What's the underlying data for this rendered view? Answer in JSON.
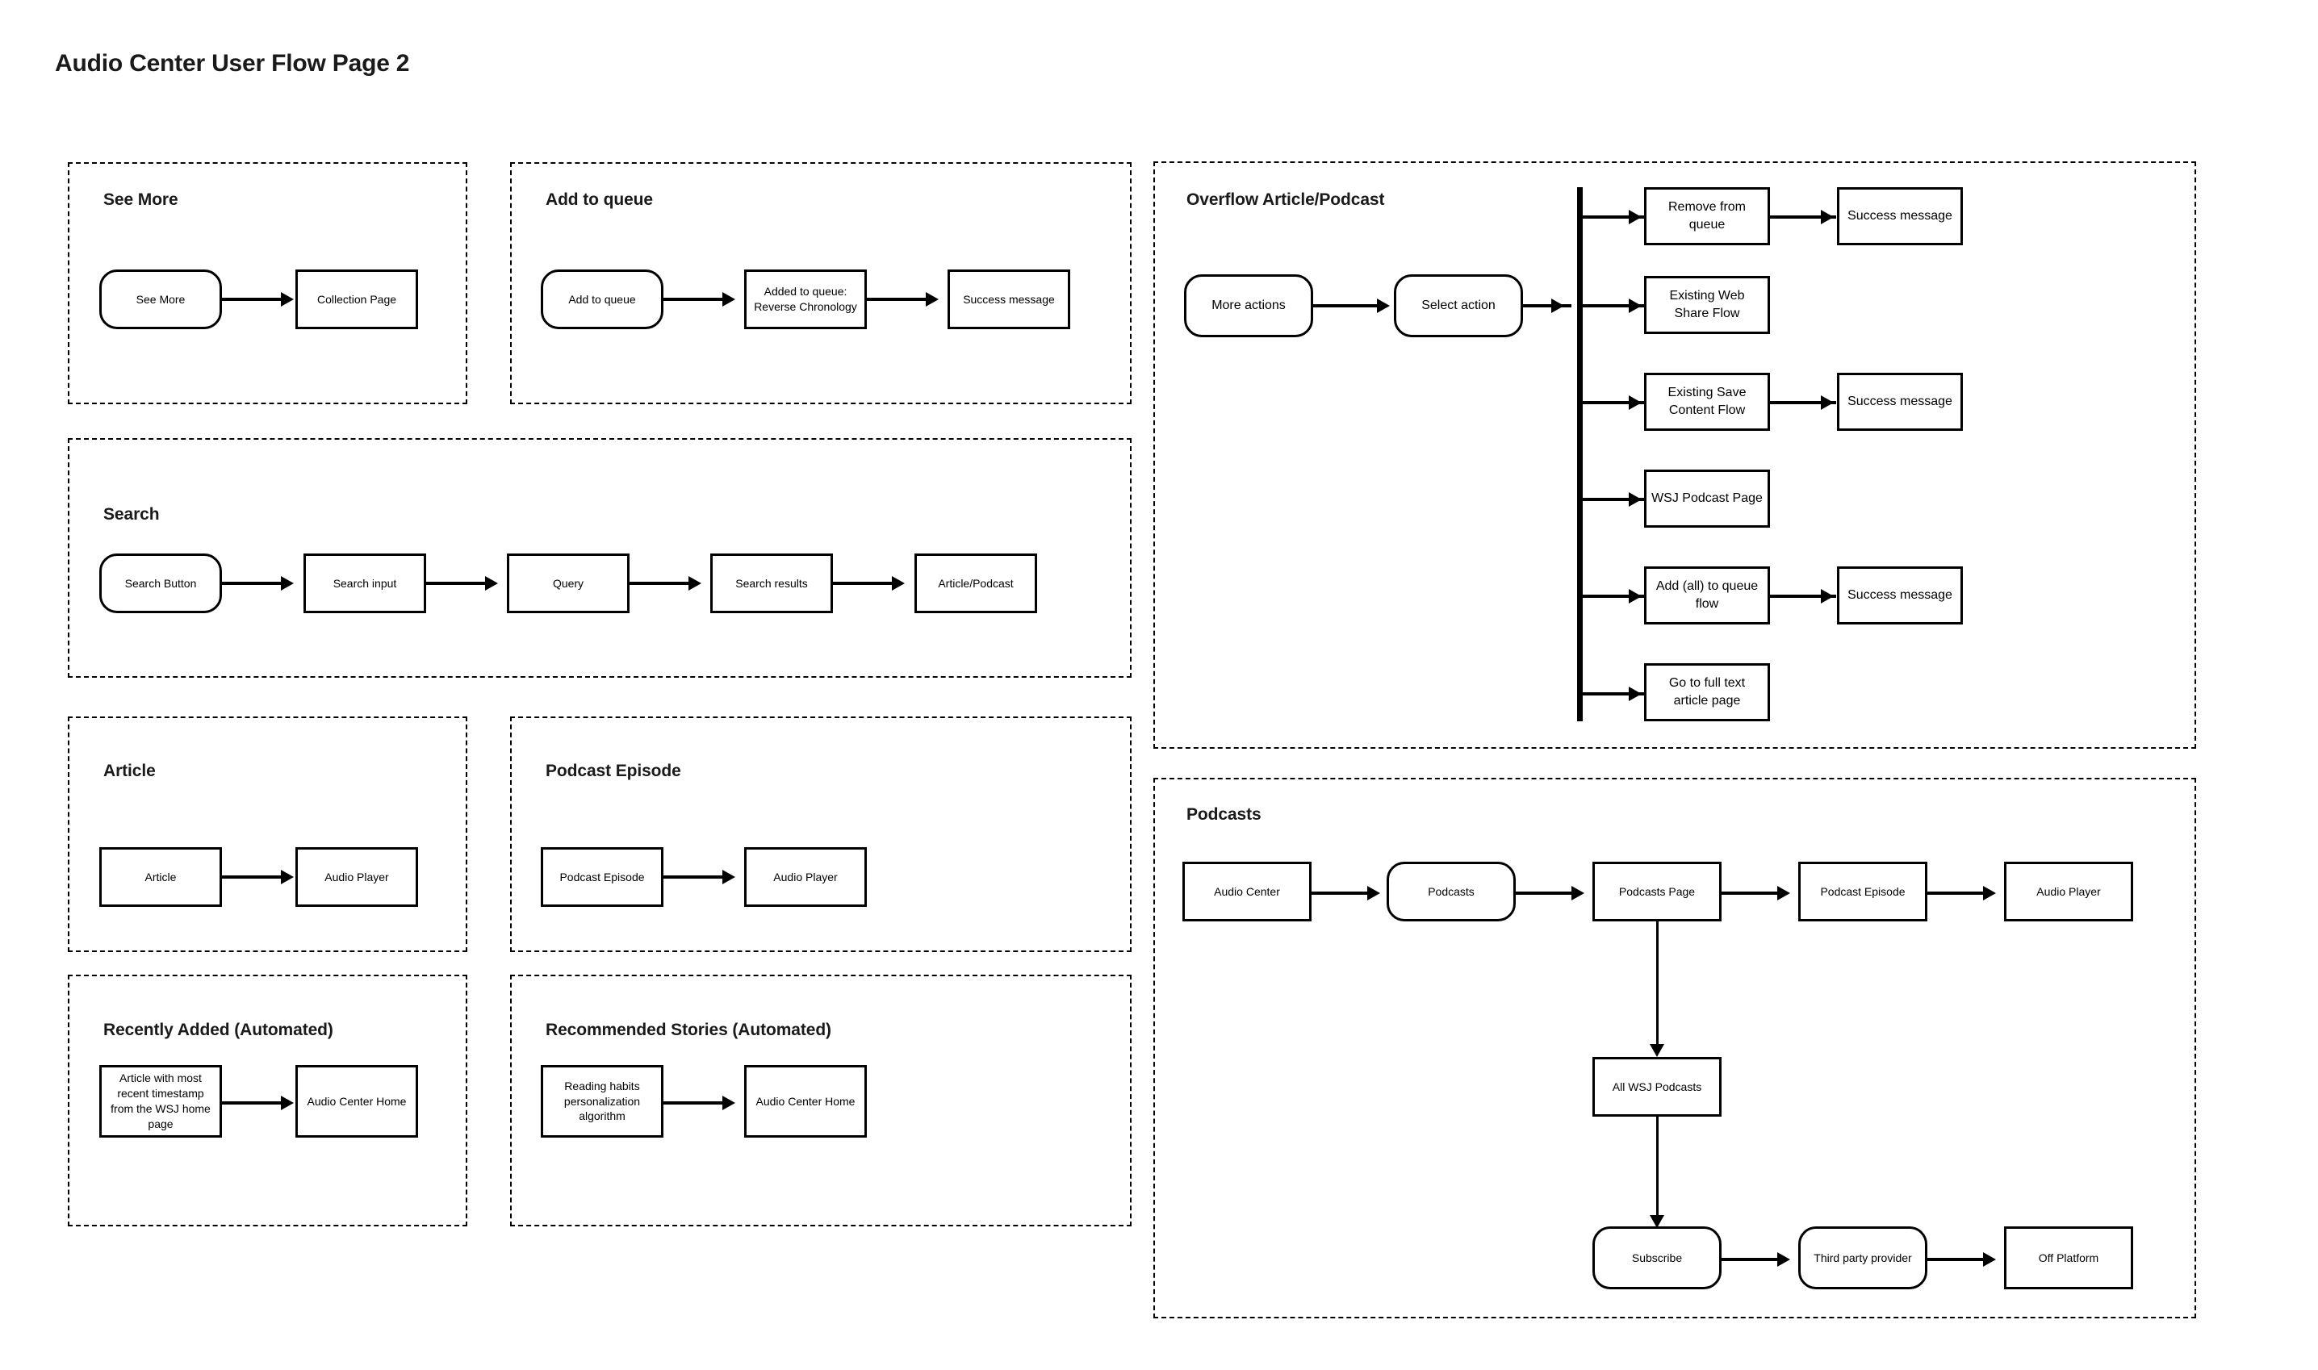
{
  "page": {
    "title": "Audio Center User Flow Page 2"
  },
  "groups": {
    "see_more": {
      "title": "See More",
      "nodes": {
        "see_more": "See More",
        "collection_page": "Collection Page"
      }
    },
    "add_to_queue": {
      "title": "Add to  queue",
      "nodes": {
        "add_to_queue": "Add to queue",
        "added_to_queue": "Added to queue: Reverse Chronology",
        "success_message": "Success message"
      }
    },
    "search": {
      "title": "Search",
      "nodes": {
        "search_button": "Search Button",
        "search_input": "Search input",
        "query": "Query",
        "search_results": "Search results",
        "article_podcast": "Article/Podcast"
      }
    },
    "article": {
      "title": "Article",
      "nodes": {
        "article": "Article",
        "audio_player": "Audio Player"
      }
    },
    "podcast_episode": {
      "title": "Podcast Episode",
      "nodes": {
        "podcast_episode": "Podcast Episode",
        "audio_player": "Audio Player"
      }
    },
    "recently_added": {
      "title": "Recently Added (Automated)",
      "nodes": {
        "source": "Article with most recent timestamp from the WSJ home page",
        "destination": "Audio Center Home"
      }
    },
    "recommended_stories": {
      "title": "Recommended Stories (Automated)",
      "nodes": {
        "source": "Reading habits personalization algorithm",
        "destination": "Audio Center Home"
      }
    },
    "overflow": {
      "title": "Overflow Article/Podcast",
      "nodes": {
        "more_actions": "More actions",
        "select_action": "Select action",
        "branch_1": "Remove from queue",
        "branch_1_result": "Success message",
        "branch_2": "Existing Web Share Flow",
        "branch_3": "Existing Save Content Flow",
        "branch_3_result": "Success message",
        "branch_4": "WSJ Podcast Page",
        "branch_5": "Add (all) to queue flow",
        "branch_5_result": "Success message",
        "branch_6": "Go to full text article page"
      }
    },
    "podcasts": {
      "title": "Podcasts",
      "nodes": {
        "audio_center": "Audio Center",
        "podcasts": "Podcasts",
        "podcasts_page": "Podcasts Page",
        "podcast_episode": "Podcast Episode",
        "audio_player": "Audio Player",
        "all_wsj_podcasts": "All WSJ Podcasts",
        "subscribe": "Subscribe",
        "third_party_provider": "Third party provider",
        "off_platform": "Off Platform"
      }
    }
  },
  "colors": {
    "stroke": "#000000",
    "text": "#1a1a1a",
    "background": "#ffffff"
  }
}
